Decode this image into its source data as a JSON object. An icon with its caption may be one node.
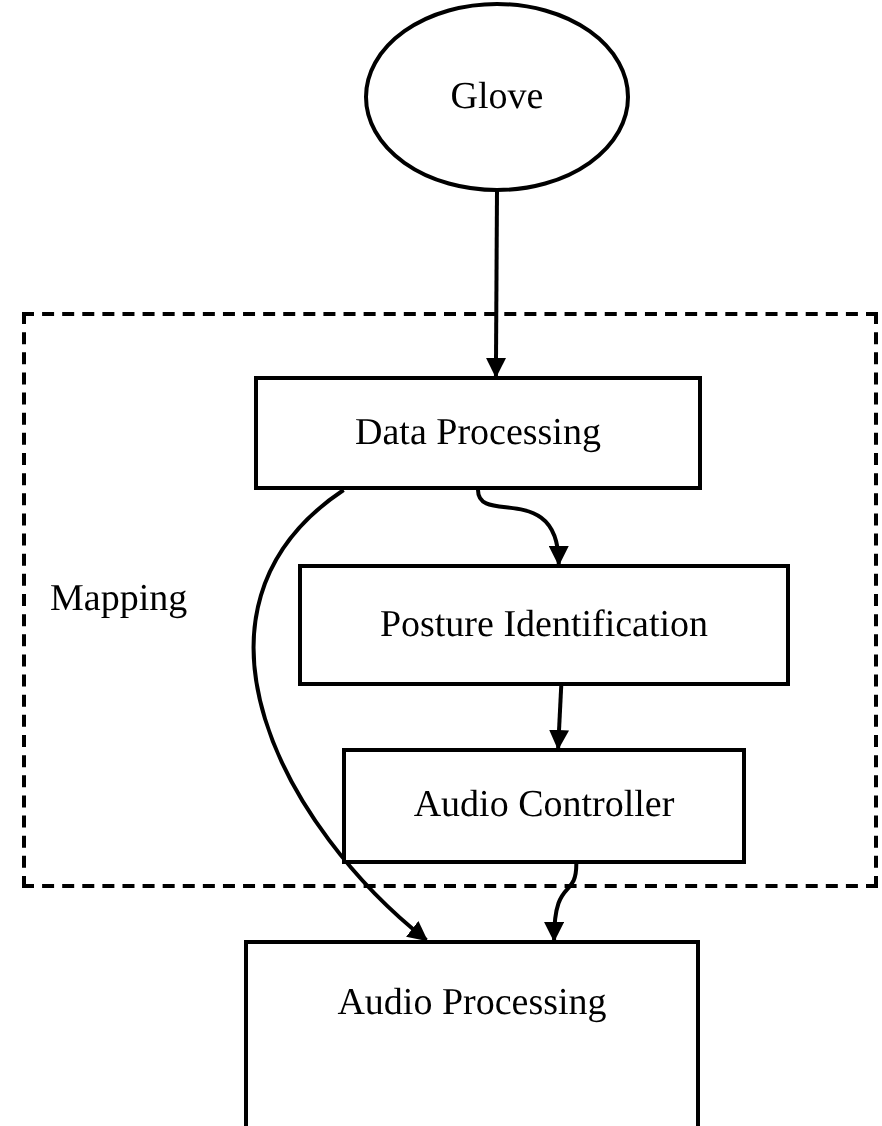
{
  "diagram": {
    "nodes": [
      {
        "text": [
          "Glove"
        ]
      },
      {
        "text": [
          "Mapping"
        ]
      },
      {
        "text": [
          "Data Processing"
        ],
        "in": 1
      },
      {
        "text": [
          "Posture Identification"
        ],
        "in": 1
      },
      {
        "text": [
          "Audio Controller"
        ],
        "in": 1
      },
      {
        "text": [
          "Audio Processing"
        ]
      }
    ],
    "edges": [
      {
        "from": 0,
        "to": 2,
        "arrow": "to"
      },
      {
        "from": 2,
        "to": 3,
        "arrow": "to"
      },
      {
        "from": 3,
        "to": 4,
        "arrow": "to"
      },
      {
        "from": 2,
        "to": 5,
        "arrow": "to"
      },
      {
        "from": 4,
        "to": 5,
        "arrow": "to"
      }
    ]
  }
}
